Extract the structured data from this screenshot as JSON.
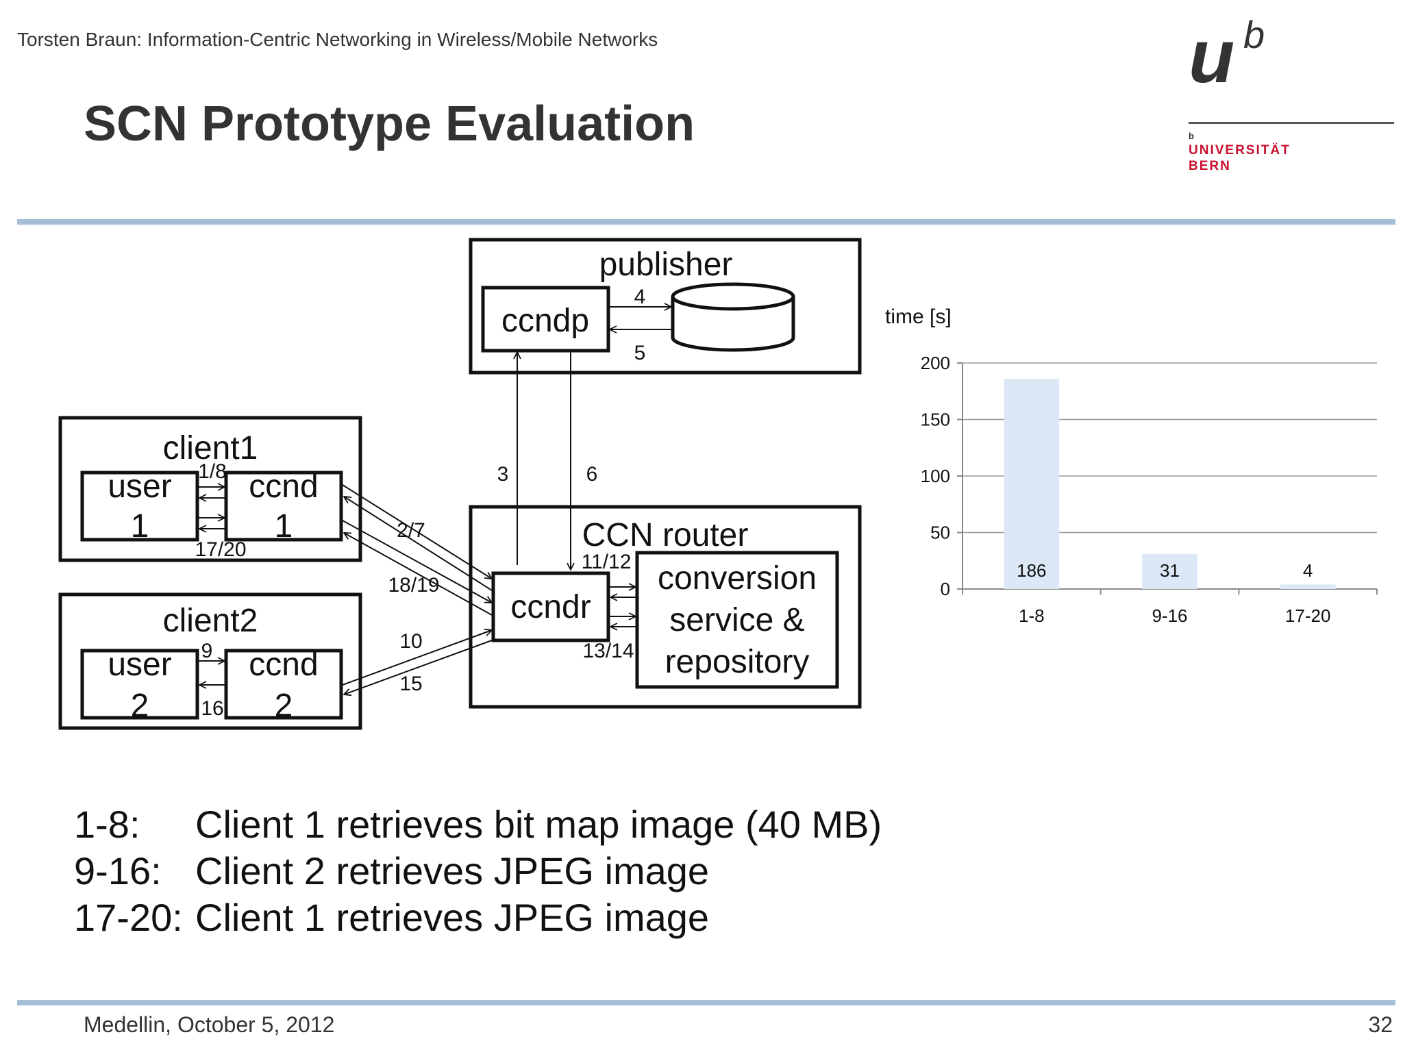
{
  "header": {
    "title": "Torsten Braun: Information-Centric Networking in Wireless/Mobile Networks",
    "slide_title": "SCN Prototype Evaluation"
  },
  "logo": {
    "mark": "u",
    "superscript": "b",
    "small_b": "b",
    "line1": "UNIVERSITÄT",
    "line2": "BERN",
    "accent_color": "#c8102e"
  },
  "diagram": {
    "publisher": {
      "title": "publisher",
      "ccndp": "ccndp",
      "label_store": "4",
      "label_fetch": "5"
    },
    "client1": {
      "title": "client1",
      "user_line1": "user",
      "user_line2": "1",
      "ccnd_line1": "ccnd",
      "ccnd_line2": "1",
      "req_label": "1/8",
      "resp_label": "17/20"
    },
    "client2": {
      "title": "client2",
      "user_line1": "user",
      "user_line2": "2",
      "ccnd_line1": "ccnd",
      "ccnd_line2": "2",
      "req_label": "9",
      "resp_label": "16"
    },
    "router": {
      "title": "CCN router",
      "ccndr": "ccndr",
      "service_line1": "conversion",
      "service_line2": "service &",
      "service_line3": "repository",
      "label_in": "11/12",
      "label_out": "13/14"
    },
    "links": {
      "to_publisher": "3",
      "from_publisher": "6",
      "c1_a": "2/7",
      "c1_b": "18/19",
      "c2_a": "10",
      "c2_b": "15"
    }
  },
  "chart_data": {
    "type": "bar",
    "title": "",
    "ylabel": "time [s]",
    "xlabel": "",
    "categories": [
      "1-8",
      "9-16",
      "17-20"
    ],
    "values": [
      186,
      31,
      4
    ],
    "ylim": [
      0,
      200
    ],
    "yticks": [
      0,
      50,
      100,
      150,
      200
    ],
    "data_labels": [
      "186",
      "31",
      "4"
    ],
    "bar_color": "#dce8f5",
    "grid": true
  },
  "caption": {
    "items": [
      {
        "key": "1-8:",
        "text": "Client 1 retrieves bit map image (40 MB)"
      },
      {
        "key": "9-16:",
        "text": "Client 2 retrieves JPEG image"
      },
      {
        "key": "17-20:",
        "text": "Client 1 retrieves JPEG image"
      }
    ]
  },
  "footer": {
    "left": "Medellin, October 5, 2012",
    "page": "32"
  }
}
